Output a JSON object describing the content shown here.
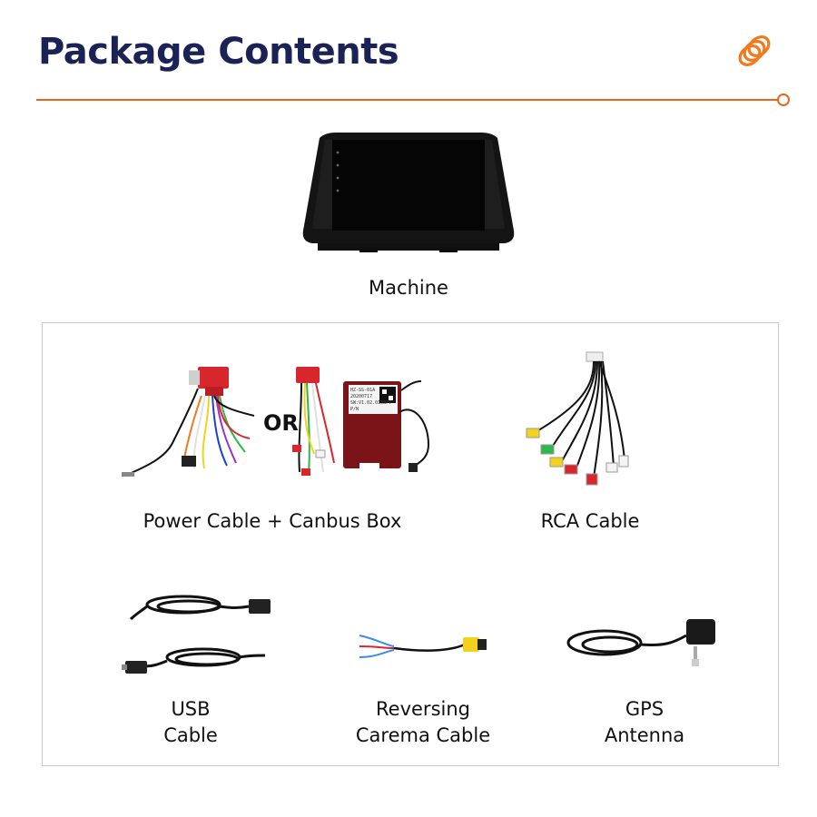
{
  "header": {
    "title": "Package Contents",
    "accent_color": "#e8651e",
    "title_color": "#1b2356",
    "logo_icon": "orange-coil-logo-icon"
  },
  "machine": {
    "label": "Machine"
  },
  "items": {
    "power_cable": {
      "label": "Power Cable + Canbus Box",
      "or_text": "OR"
    },
    "rca_cable": {
      "label": "RCA Cable"
    },
    "usb_cable": {
      "line1": "USB",
      "line2": "Cable"
    },
    "reversing_cable": {
      "line1": "Reversing",
      "line2": "Carema Cable"
    },
    "gps_antenna": {
      "line1": "GPS",
      "line2": "Antenna"
    }
  },
  "canbus_box_sticker": {
    "line1": "HZ-SS-01A",
    "line2": "20200717",
    "line3": "SW:V1.02.013BPT",
    "line4": "P/N"
  }
}
